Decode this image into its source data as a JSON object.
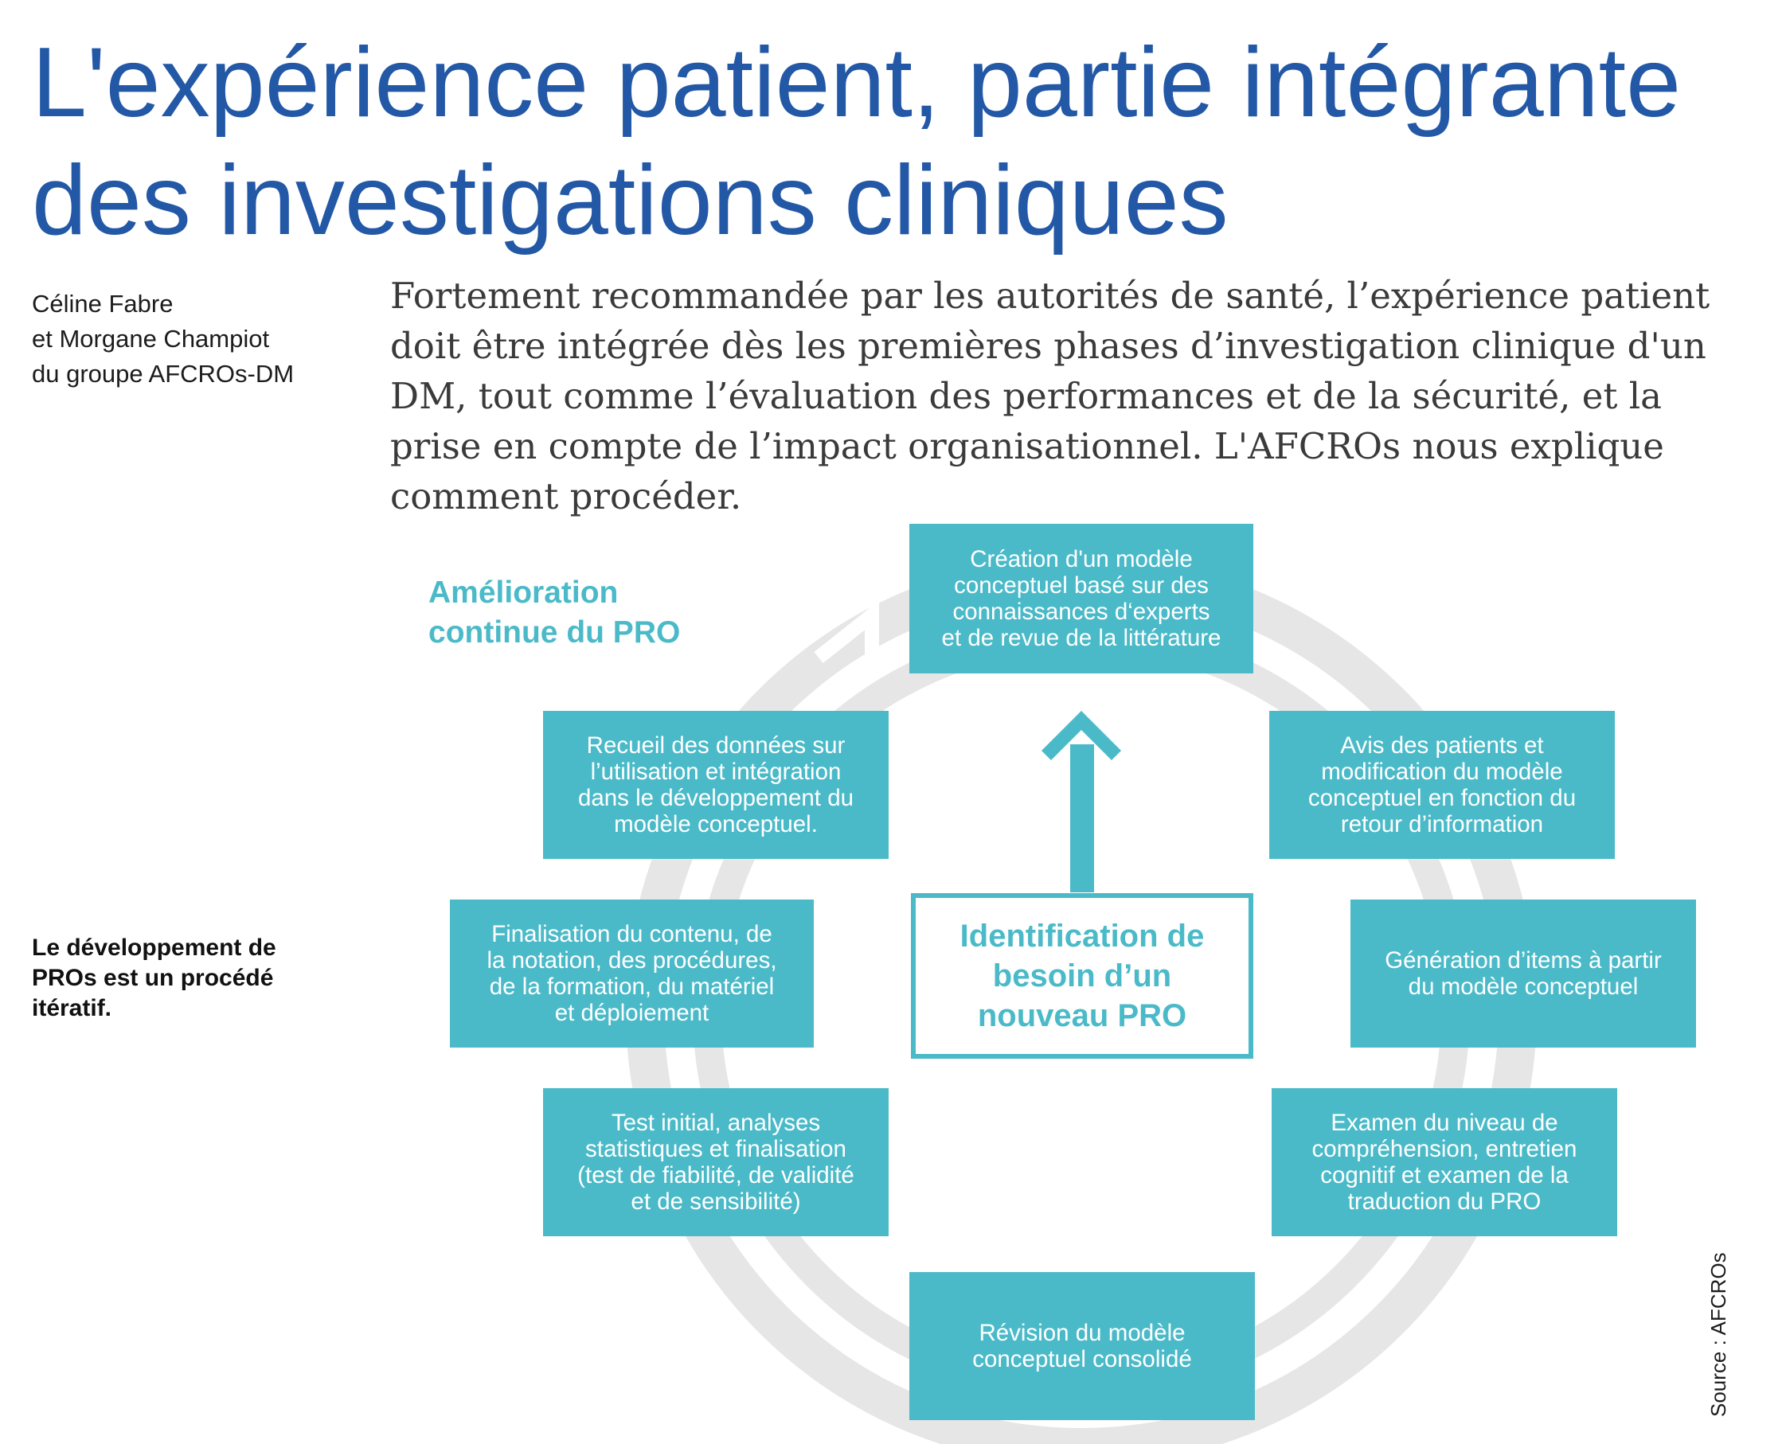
{
  "article": {
    "title_lines": [
      "L'expérience patient, partie intégrante",
      "des investigations cliniques"
    ],
    "authors_lines": [
      "Céline Fabre",
      "et Morgane Champiot",
      "du groupe AFCROs-DM"
    ],
    "intro": "Fortement recommandée par les autorités de santé, l’expérience patient doit être intégrée dès les premières phases d’investigation clinique d'un DM, tout comme l’évaluation des performances et de la sécurité, et la prise en compte de l’impact organisationnel. L'AFCROs nous explique comment procéder.",
    "sidenote_lines": [
      "Le développement de",
      "PROs est un procédé",
      "itératif."
    ],
    "source": "Source :  AFCROs"
  },
  "diagram": {
    "cycle_label_lines": [
      "Amélioration",
      "continue du PRO"
    ],
    "center_lines": [
      "Identification de",
      "besoin d’un",
      "nouveau PRO"
    ],
    "steps": [
      {
        "lines": [
          "Création d'un modèle",
          "conceptuel basé sur des",
          "connaissances d‘experts",
          "et de revue de la littérature"
        ]
      },
      {
        "lines": [
          "Avis des patients et",
          "modification du modèle",
          "conceptuel en fonction du",
          "retour d’information"
        ]
      },
      {
        "lines": [
          "Génération d’items à partir",
          "du modèle conceptuel"
        ]
      },
      {
        "lines": [
          "Examen du niveau de",
          "compréhension, entretien",
          "cognitif et examen de la",
          "traduction du PRO"
        ]
      },
      {
        "lines": [
          "Révision du modèle",
          "conceptuel consolidé"
        ]
      },
      {
        "lines": [
          "Test initial, analyses",
          "statistiques et finalisation",
          "(test de fiabilité, de validité",
          "et de sensibilité)"
        ]
      },
      {
        "lines": [
          "Finalisation du contenu, de",
          "la notation, des procédures,",
          "de la formation, du matériel",
          "et déploiement"
        ]
      },
      {
        "lines": [
          "Recueil des données sur",
          "l’utilisation et intégration",
          "dans le développement du",
          "modèle conceptuel."
        ]
      }
    ],
    "colors": {
      "teal": "#4bbac8",
      "ring": "#e6e6e6",
      "title_blue": "#2358a6"
    }
  }
}
